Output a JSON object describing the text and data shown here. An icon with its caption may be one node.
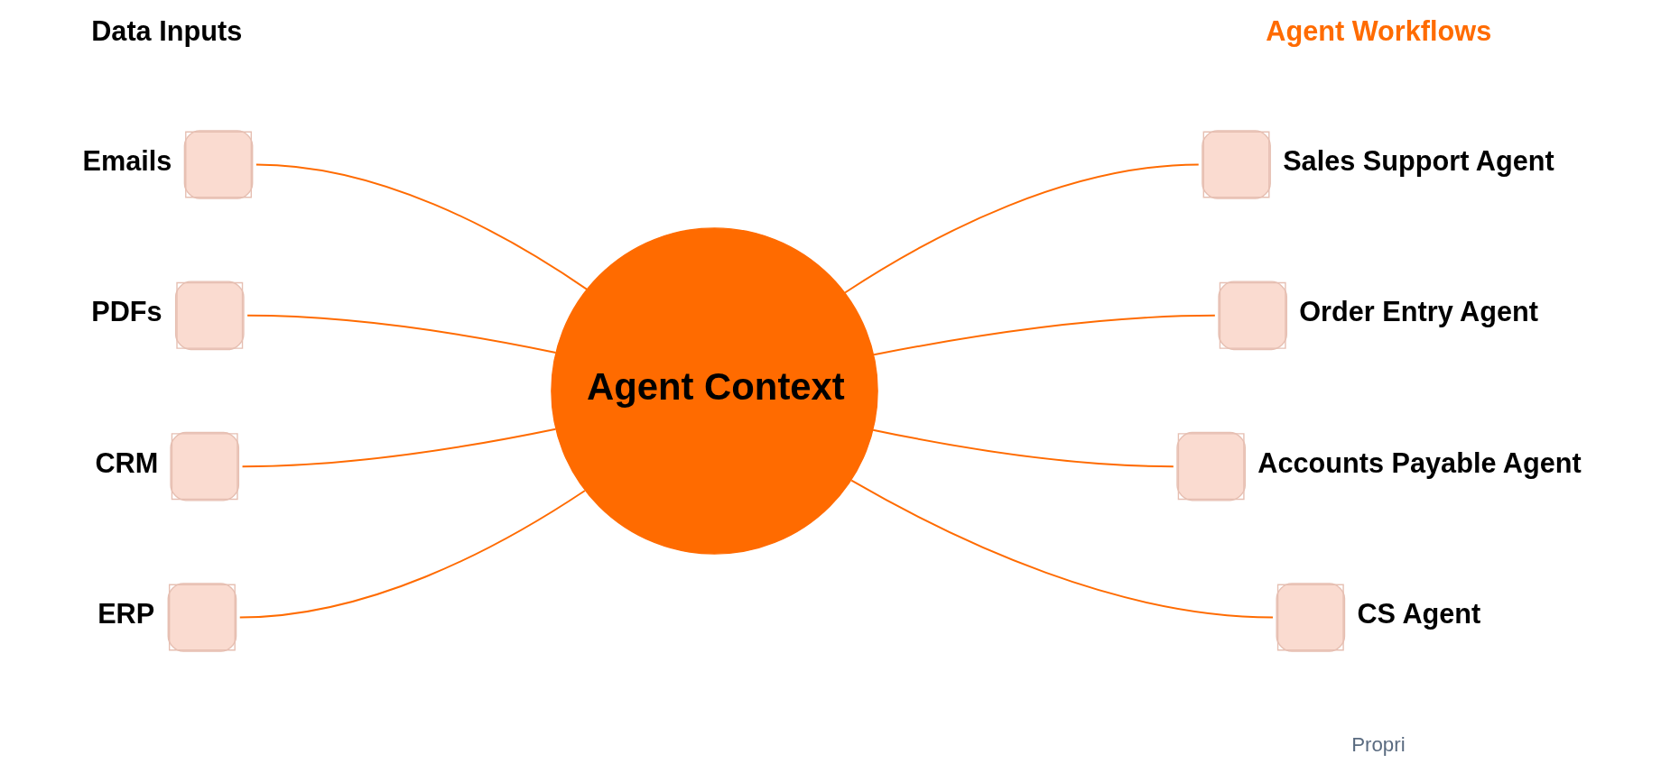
{
  "diagram": {
    "nodes": [
      {
        "text": [
          "Emails"
        ]
      },
      {
        "text": [
          "PDFs"
        ]
      },
      {
        "text": [
          "CRM"
        ]
      },
      {
        "text": [
          "ERP"
        ]
      },
      {
        "text": [
          "Agent Context"
        ]
      },
      {
        "text": [
          "Sales Support Agent"
        ]
      },
      {
        "text": [
          "Order Entry Agent"
        ]
      },
      {
        "text": [
          "Accounts Payable Agent"
        ]
      },
      {
        "text": [
          "CS Agent"
        ]
      }
    ],
    "edges": [
      {
        "from": 0,
        "to": 4,
        "arrow": "none"
      },
      {
        "from": 1,
        "to": 4,
        "arrow": "none"
      },
      {
        "from": 2,
        "to": 4,
        "arrow": "none"
      },
      {
        "from": 3,
        "to": 4,
        "arrow": "none"
      },
      {
        "from": 4,
        "to": 5,
        "arrow": "none"
      },
      {
        "from": 4,
        "to": 6,
        "arrow": "none"
      },
      {
        "from": 4,
        "to": 7,
        "arrow": "none"
      },
      {
        "from": 4,
        "to": 8,
        "arrow": "none"
      }
    ],
    "labels": [
      "Data Inputs",
      "Agent Workflows",
      "Propri"
    ]
  }
}
